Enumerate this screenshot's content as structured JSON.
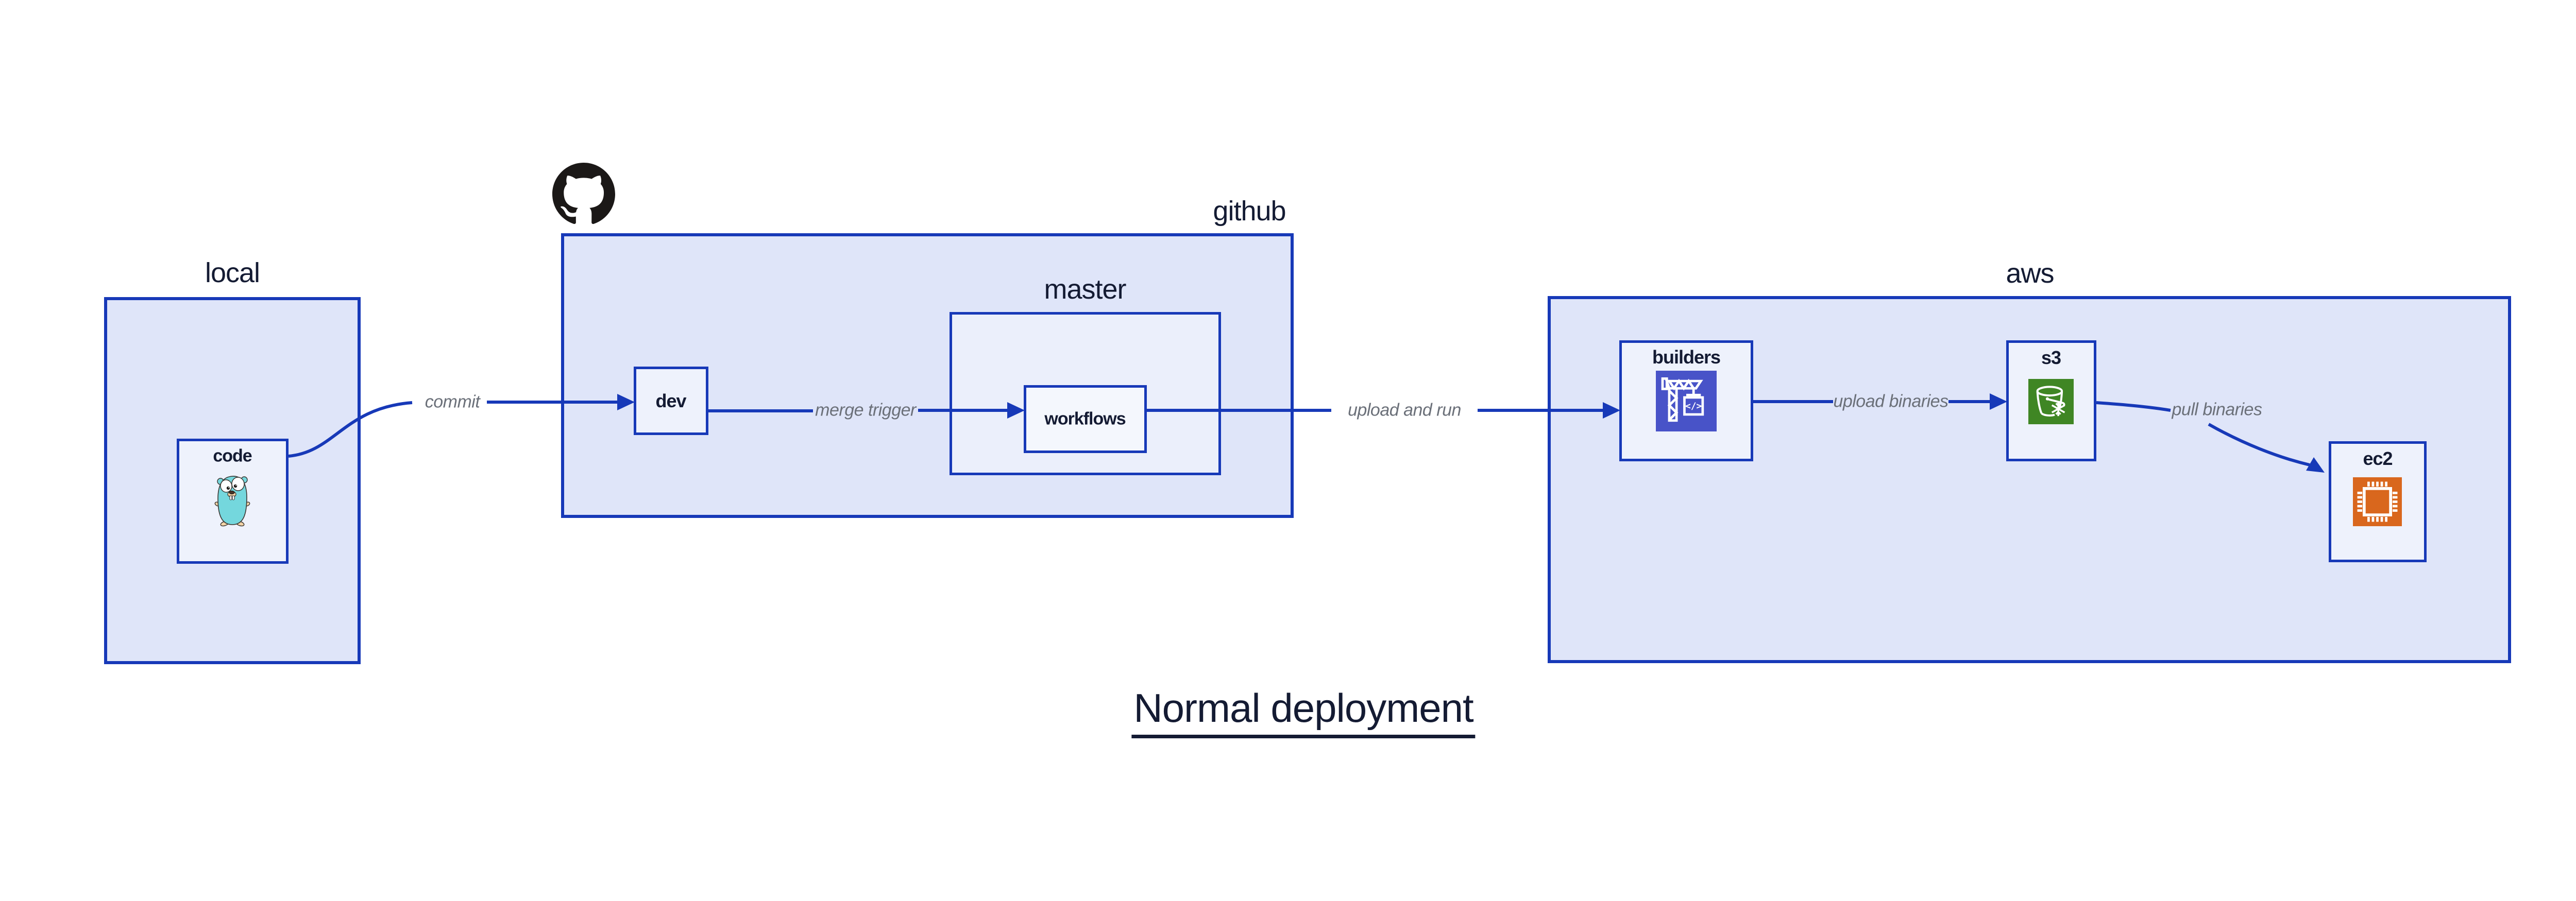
{
  "title": {
    "text": "Normal deployment"
  },
  "groups": {
    "local": {
      "label": "local"
    },
    "github": {
      "label": "github"
    },
    "master": {
      "label": "master"
    },
    "aws": {
      "label": "aws"
    }
  },
  "nodes": {
    "code": {
      "label": "code"
    },
    "dev": {
      "label": "dev"
    },
    "workflows": {
      "label": "workflows"
    },
    "builders": {
      "label": "builders"
    },
    "s3": {
      "label": "s3"
    },
    "ec2": {
      "label": "ec2"
    }
  },
  "edges": {
    "commit": {
      "label": "commit"
    },
    "merge_trigger": {
      "label": "merge trigger"
    },
    "upload_and_run": {
      "label": "upload and run"
    },
    "upload_binaries": {
      "label": "upload binaries"
    },
    "pull_binaries": {
      "label": "pull binaries"
    }
  },
  "icons": {
    "octocat": "github-octocat-logo",
    "gopher": "go-gopher-mascot",
    "codebuild": "aws-codebuild-crane",
    "s3": "aws-s3-glacier-bucket",
    "ec2": "aws-ec2-chip"
  },
  "colors": {
    "line_blue": "#1739b8",
    "group_fill": "#dfe5f9",
    "node_fill": "#eef2fc",
    "workflows_fill": "#f4f7fd",
    "text_navy": "#141b33",
    "edge_label_gray": "#6b7079",
    "github_black": "#1b1817",
    "codebuild_purple": "#4853c8",
    "s3_green": "#3f8624",
    "ec2_orange": "#d9671d",
    "gopher_teal": "#74d7dd",
    "gopher_skin": "#f2d3a6"
  }
}
